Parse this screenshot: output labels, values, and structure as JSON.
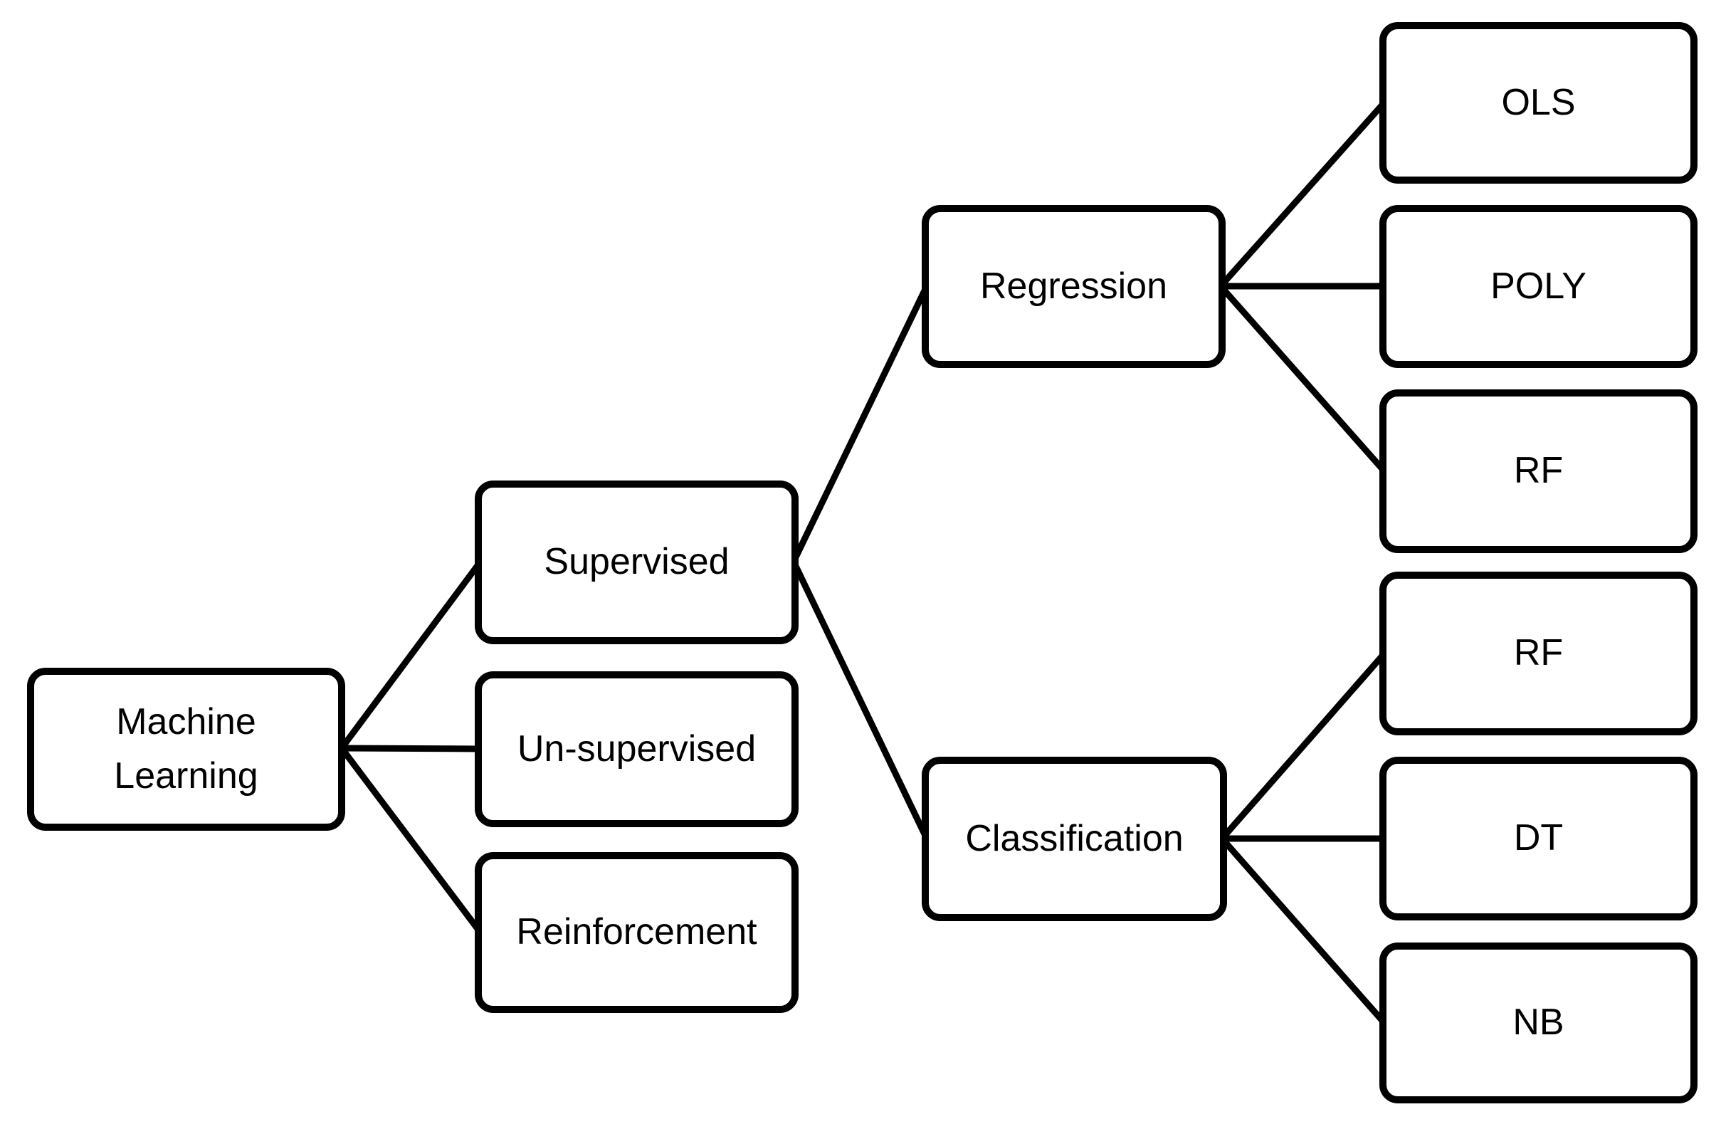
{
  "figure": {
    "background_color": "#ffffff",
    "box_fill_color": "#ffffff",
    "box_border_color": "#000000",
    "connector_color": "#000000",
    "nodes": [
      {
        "id": "machine-learning",
        "label": "Machine Learning",
        "level": 0
      },
      {
        "id": "supervised",
        "label": "Supervised",
        "level": 1
      },
      {
        "id": "un-supervised",
        "label": "Un-supervised",
        "level": 1
      },
      {
        "id": "reinforcement",
        "label": "Reinforcement",
        "level": 1
      },
      {
        "id": "regression",
        "label": "Regression",
        "level": 2
      },
      {
        "id": "classification",
        "label": "Classification",
        "level": 2
      },
      {
        "id": "ols",
        "label": "OLS",
        "level": 3
      },
      {
        "id": "poly",
        "label": "POLY",
        "level": 3
      },
      {
        "id": "rf-regression",
        "label": "RF",
        "level": 3
      },
      {
        "id": "rf-classification",
        "label": "RF",
        "level": 3
      },
      {
        "id": "dt",
        "label": "DT",
        "level": 3
      },
      {
        "id": "nb",
        "label": "NB",
        "level": 3
      }
    ],
    "edges": [
      {
        "from": "machine-learning",
        "to": "supervised"
      },
      {
        "from": "machine-learning",
        "to": "un-supervised"
      },
      {
        "from": "machine-learning",
        "to": "reinforcement"
      },
      {
        "from": "supervised",
        "to": "regression"
      },
      {
        "from": "supervised",
        "to": "classification"
      },
      {
        "from": "regression",
        "to": "ols"
      },
      {
        "from": "regression",
        "to": "poly"
      },
      {
        "from": "regression",
        "to": "rf-regression"
      },
      {
        "from": "classification",
        "to": "rf-classification"
      },
      {
        "from": "classification",
        "to": "dt"
      },
      {
        "from": "classification",
        "to": "nb"
      }
    ]
  }
}
